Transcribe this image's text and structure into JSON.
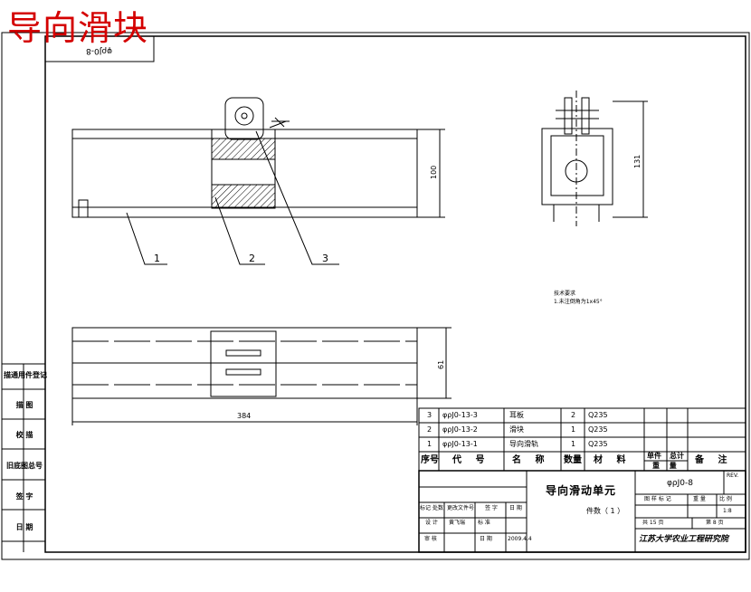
{
  "title_stamp": "导向滑块",
  "drawing_code_top": "φρJ0-8",
  "side_labels": [
    "描通用件登记",
    "描 图",
    "校 描",
    "旧底图总号",
    "签 字",
    "日 期"
  ],
  "dimensions": {
    "height": "100",
    "side_height": "131",
    "plan_height": "61",
    "length": "384"
  },
  "balloons": [
    "1",
    "2",
    "3"
  ],
  "tech_requirements": {
    "title": "技术要求",
    "line1": "1.未注倒角为1x45°"
  },
  "parts_list": {
    "rows": [
      {
        "no": "3",
        "code": "φρJ0-13-3",
        "name": "耳板",
        "qty": "2",
        "material": "Q235"
      },
      {
        "no": "2",
        "code": "φρJ0-13-2",
        "name": "滑块",
        "qty": "1",
        "material": "Q235"
      },
      {
        "no": "1",
        "code": "φρJ0-13-1",
        "name": "导向滑轨",
        "qty": "1",
        "material": "Q235"
      }
    ],
    "headers": {
      "no": "序号",
      "code": "代 号",
      "name": "名 称",
      "qty": "数量",
      "material": "材 料",
      "unit_weight": "单件",
      "total_weight": "总计",
      "weight": "重 量",
      "remarks": "备 注"
    }
  },
  "title_block": {
    "part_name": "导向滑动单元",
    "parts_count_label": "件数（ 1 ）",
    "drawing_no": "φρJ0-8",
    "rev_label": "REV.",
    "scale": "1:8",
    "sheet_total_label": "共 15 页",
    "sheet_no_label": "第 8 页",
    "stage_label": "图 样 标 记",
    "weight_label": "重 量",
    "scale_label": "比 例",
    "institution": "江苏大学农业工程研究院",
    "change_row": [
      "标记",
      "处数",
      "更改文件号",
      "签 字",
      "日 期"
    ],
    "designer_label": "设 计",
    "designer_name": "黄飞瑞",
    "std_label": "标 准",
    "review_label": "审 核",
    "date_label": "日 期",
    "date_value": "2009.4.4"
  }
}
